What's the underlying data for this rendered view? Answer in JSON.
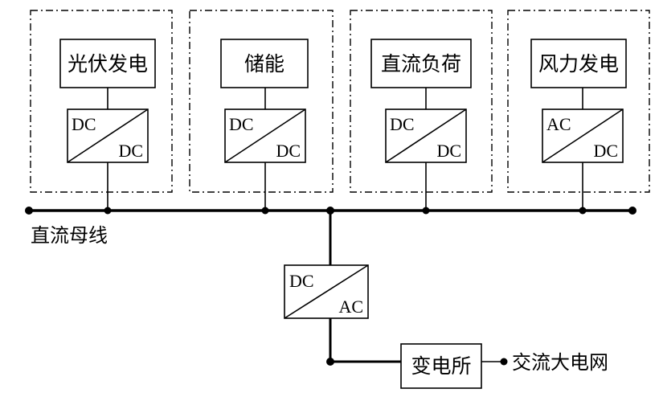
{
  "sources": [
    {
      "name": "光伏发电",
      "converter": {
        "top": "DC",
        "bottom": "DC"
      }
    },
    {
      "name": "储能",
      "converter": {
        "top": "DC",
        "bottom": "DC"
      }
    },
    {
      "name": "直流负荷",
      "converter": {
        "top": "DC",
        "bottom": "DC"
      }
    },
    {
      "name": "风力发电",
      "converter": {
        "top": "AC",
        "bottom": "DC"
      }
    }
  ],
  "bus_label": "直流母线",
  "inverter": {
    "top": "DC",
    "bottom": "AC"
  },
  "substation": "变电所",
  "grid_label": "交流大电网"
}
